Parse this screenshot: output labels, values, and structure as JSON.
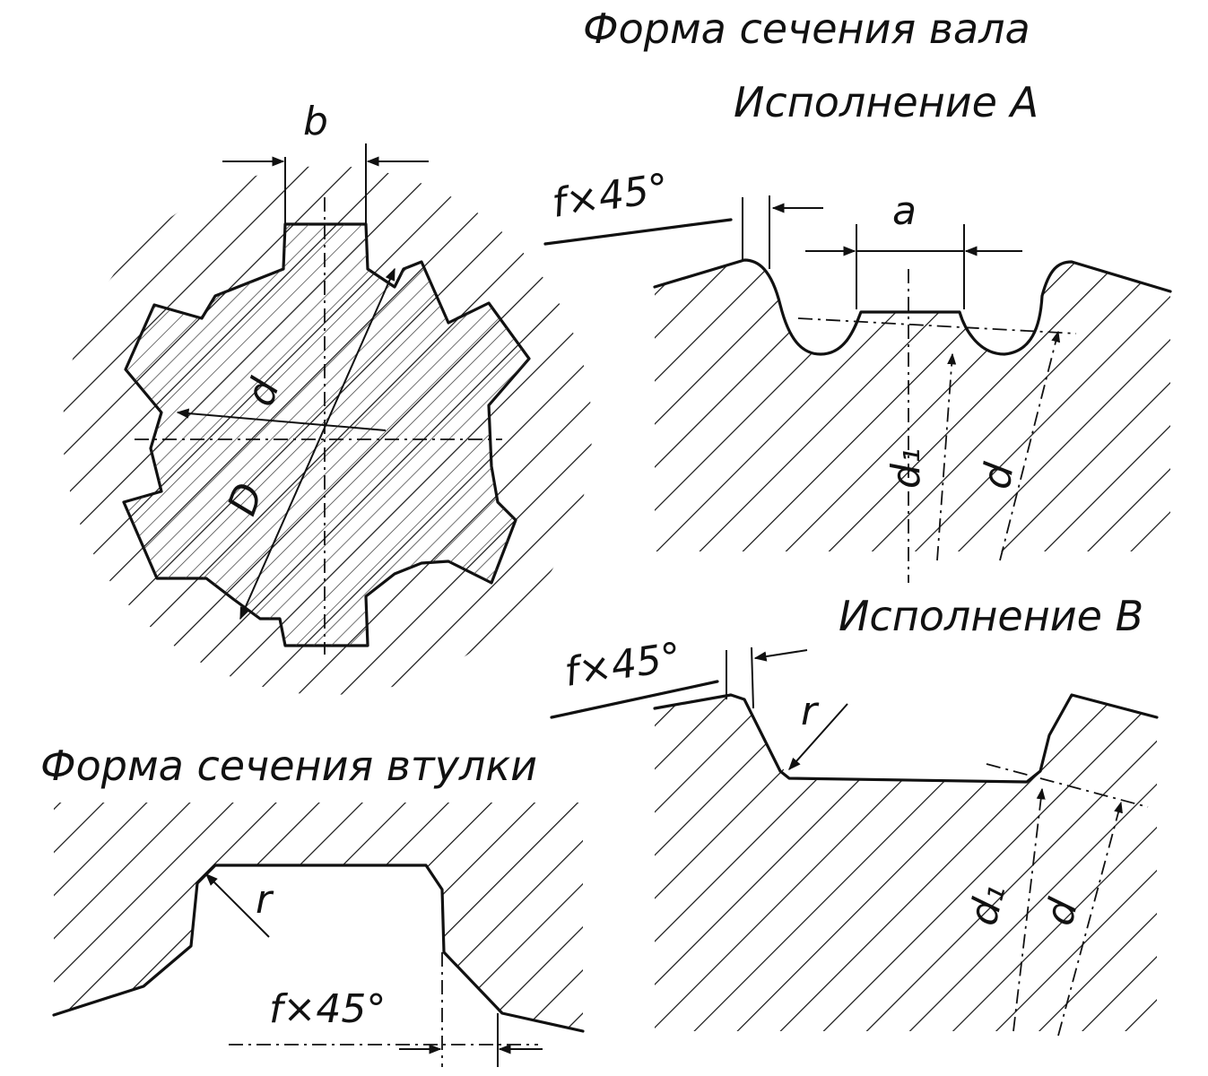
{
  "titles": {
    "shaft_section": "Форма сечения вала",
    "version_a": "Исполнение А",
    "version_b": "Исполнение В",
    "hub_section": "Форма сечения втулки"
  },
  "labels": {
    "b": "b",
    "d": "d",
    "D": "D",
    "a": "a",
    "f_45_a": "f×45°",
    "d1_a": "d₁",
    "d_a": "d",
    "f_45_b": "f×45°",
    "r_b": "r",
    "d1_b": "d₁",
    "d_b": "d",
    "r_hub": "r",
    "f_45_hub": "f×45°"
  }
}
